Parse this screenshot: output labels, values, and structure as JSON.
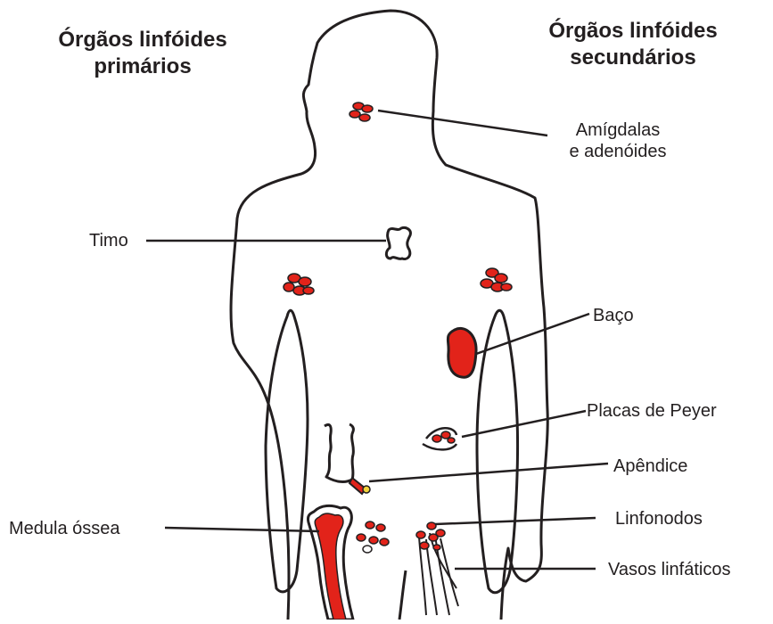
{
  "headings": {
    "primary": [
      "Órgãos linfóides",
      "primários"
    ],
    "secondary": [
      "Órgãos linfóides",
      "secundários"
    ]
  },
  "labels": {
    "amigdalas": [
      "Amígdalas",
      "e adenóides"
    ],
    "timo": "Timo",
    "baco": "Baço",
    "peyer": "Placas de Peyer",
    "apendice": "Apêndice",
    "medula": "Medula óssea",
    "linfonodos": "Linfonodos",
    "vasos": "Vasos linfáticos"
  },
  "colors": {
    "organ_red": "#e2231a",
    "outline": "#231f20",
    "tip_yellow": "#f2d43b"
  }
}
